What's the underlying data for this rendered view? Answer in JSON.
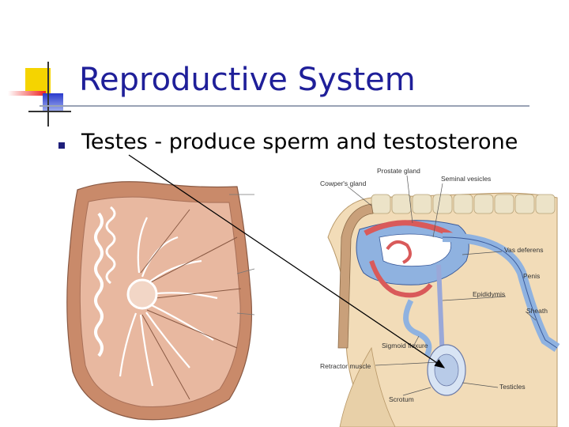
{
  "slide": {
    "title": "Reproductive System",
    "bullets": [
      {
        "text": "Testes - produce sperm and testosterone"
      }
    ]
  },
  "diagram": {
    "labels": {
      "prostate_gland": "Prostate gland",
      "seminal_vesicles": "Seminal vesicles",
      "cowpers_gland": "Cowper's gland",
      "vas_deferens": "Vas deferens",
      "penis": "Penis",
      "epididymis": "Epididymis",
      "sheath": "Sheath",
      "sigmoid_flexure": "Sigmoid flexure",
      "retractor_muscle": "Retractor muscle",
      "scrotum": "Scrotum",
      "testicles": "Testicles"
    }
  },
  "colors": {
    "title": "#1f1f99",
    "accent_yellow": "#f5d400",
    "accent_red": "#ee2222",
    "accent_blue": "#2a3acc",
    "testis_brown": "#c98a6a",
    "tissue_pink": "#e8b8a0",
    "organ_blue": "#8fb2e0",
    "organ_red": "#d95a5a"
  }
}
